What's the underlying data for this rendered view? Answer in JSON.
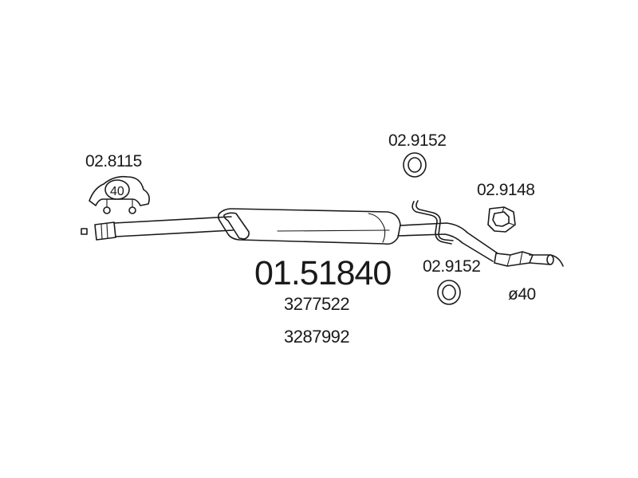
{
  "main_part_number": "01.51840",
  "oem_numbers": [
    "3277522",
    "3287992"
  ],
  "components": {
    "clamp": {
      "part_number": "02.8115",
      "diameter_label": "40",
      "icon": "pipe-clamp-icon"
    },
    "ring_top": {
      "part_number": "02.9152",
      "icon": "sealing-ring-icon"
    },
    "ring_bottom": {
      "part_number": "02.9152",
      "icon": "sealing-ring-icon"
    },
    "rubber_mount": {
      "part_number": "02.9148",
      "icon": "rubber-mount-icon"
    }
  },
  "outlet_diameter_label": "ø40",
  "colors": {
    "line": "#1a1a1a",
    "background": "#ffffff"
  }
}
